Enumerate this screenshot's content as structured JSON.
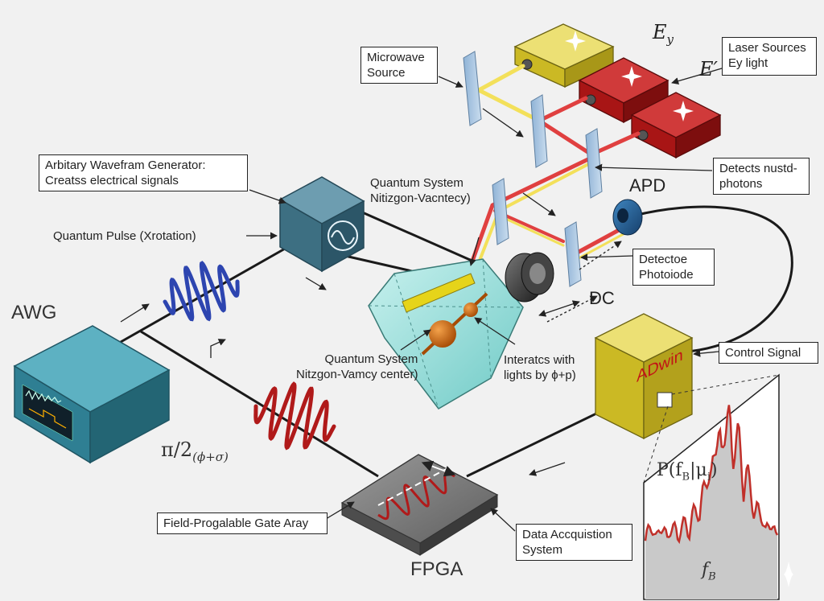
{
  "labels": {
    "microwave_source": [
      "Microwave",
      "Source"
    ],
    "laser_sources": [
      "Laser Sources",
      "Ey  light"
    ],
    "ey_symbol": "E",
    "ey_sub": "y",
    "eprime_symbol": "E′",
    "awg_generator": [
      "Arbitary Wavefram Generator:",
      "Creatss electrical signals"
    ],
    "quantum_system_top": [
      "Quantum System",
      "Nitizgon-Vacntecy)"
    ],
    "detects_photons": [
      "Detects nustd-",
      "photons"
    ],
    "apd": "APD",
    "quantum_pulse": "Quantum Pulse (Xrotation)",
    "detector_photodiode": [
      "Detectoe",
      "Photoiode"
    ],
    "dc": "DC",
    "awg": "AWG",
    "quantum_system_bottom": [
      "Quantum System",
      "Nitzgon-Vamcy center)"
    ],
    "interacts": [
      "Interatcs with",
      "lights by ϕ+p)"
    ],
    "control_signal": "Control Signal",
    "adwin": "ADwin",
    "pi_half": "π/2",
    "pi_half_sub": "(ϕ+σ)",
    "prob": "P(f",
    "prob_sub": "B",
    "prob_rest": "|μ",
    "prob_rest_sub": "i",
    "prob_close": ")",
    "fpga_long": "Field-Progalable Gate Aray",
    "data_acq": [
      "Data Accquistion",
      "System"
    ],
    "fpga": "FPGA",
    "fb": "f",
    "fb_sub": "B"
  },
  "colors": {
    "blue_wave": "#2d45b0",
    "red_wave": "#b01a1a",
    "laser_red": "#e04040",
    "laser_yellow": "#f3e05a",
    "box_yellow": "#d8c52a",
    "box_red": "#b51616",
    "awg_box": "#2f7f93",
    "generator_box": "#3d6f82",
    "adwin_text": "#c21515"
  },
  "icons": [
    "sparkle-icon",
    "sine-wave-icon",
    "waveform-screen-icon"
  ]
}
